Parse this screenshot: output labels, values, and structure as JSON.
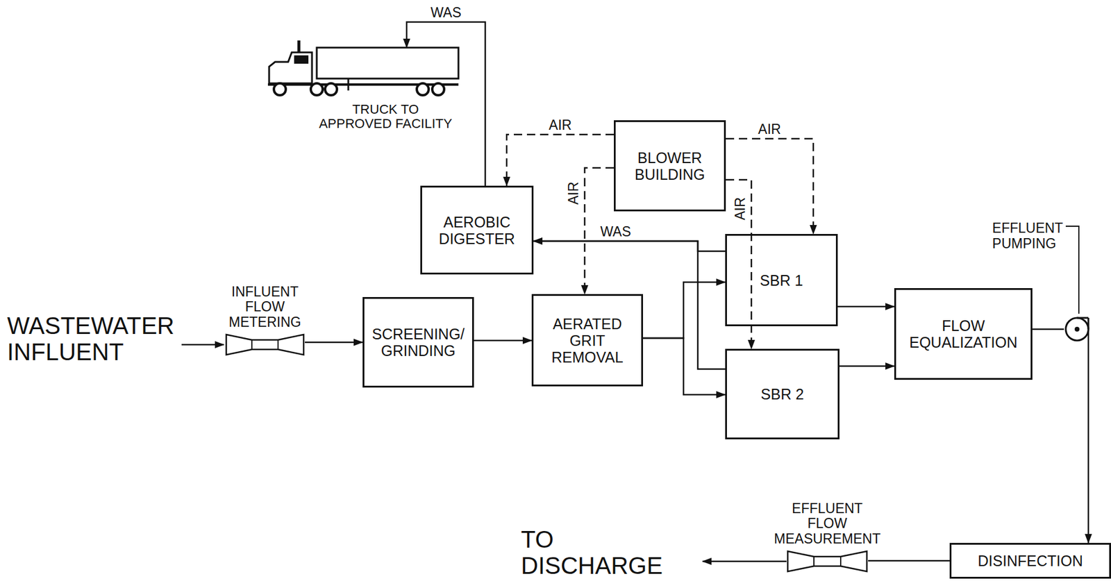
{
  "diagram": {
    "nodes": [
      {
        "text": [
          "TRUCK TO APPROVED FACILITY"
        ]
      },
      {
        "text": [
          "BLOWER BUILDING"
        ]
      },
      {
        "text": [
          "AEROBIC DIGESTER"
        ]
      },
      {
        "text": [
          "INFLUENT FLOW METERING"
        ]
      },
      {
        "text": [
          "SCREENING/ GRINDING"
        ]
      },
      {
        "text": [
          "AERATED GRIT REMOVAL"
        ]
      },
      {
        "text": [
          "SBR 1"
        ]
      },
      {
        "text": [
          "SBR 2"
        ]
      },
      {
        "text": [
          "FLOW EQUALIZATION"
        ]
      },
      {
        "text": [
          "EFFLUENT PUMPING"
        ]
      },
      {
        "text": [
          "DISINFECTION"
        ]
      },
      {
        "text": [
          "EFFLUENT FLOW MEASUREMENT"
        ]
      }
    ],
    "edges": [
      {
        "from": 2,
        "to": 0,
        "arrow": "to",
        "label": "WAS"
      },
      {
        "from": 1,
        "to": 2,
        "arrow": "to",
        "label": "AIR"
      },
      {
        "from": 1,
        "to": 5,
        "arrow": "to",
        "label": "AIR"
      },
      {
        "from": 1,
        "to": 6,
        "arrow": "to",
        "label": "AIR"
      },
      {
        "from": 1,
        "to": 7,
        "arrow": "to",
        "label": "AIR"
      },
      {
        "from": 3,
        "to": 4,
        "arrow": "to"
      },
      {
        "from": 4,
        "to": 5,
        "arrow": "to"
      },
      {
        "from": 5,
        "to": 6,
        "arrow": "to"
      },
      {
        "from": 5,
        "to": 7,
        "arrow": "to"
      },
      {
        "from": 6,
        "to": 2,
        "arrow": "to",
        "label": "WAS"
      },
      {
        "from": 7,
        "to": 2,
        "arrow": "to"
      },
      {
        "from": 6,
        "to": 8,
        "arrow": "to"
      },
      {
        "from": 7,
        "to": 8,
        "arrow": "to"
      },
      {
        "from": 8,
        "to": 9,
        "arrow": "none"
      },
      {
        "from": 9,
        "to": 10,
        "arrow": "to"
      },
      {
        "from": 10,
        "to": 11,
        "arrow": "none"
      }
    ],
    "labels": [
      "WASTEWATER INFLUENT",
      "TO DISCHARGE"
    ]
  }
}
